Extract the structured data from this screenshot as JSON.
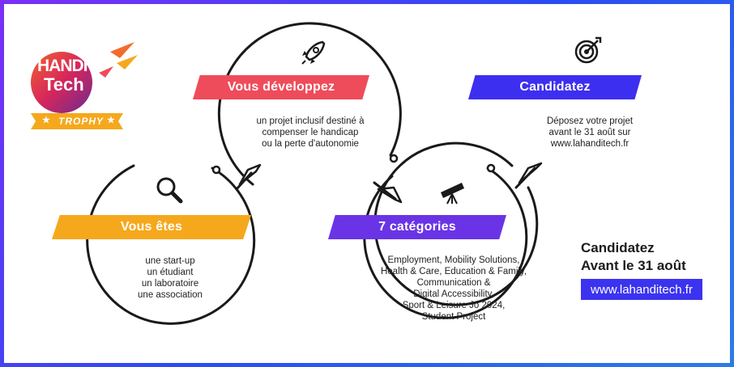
{
  "logo": {
    "line1": "HANDI",
    "line2": "Tech",
    "ribbon": "TROPHY",
    "star": "★"
  },
  "steps": [
    {
      "id": "vous-etes",
      "title": "Vous êtes",
      "color": "#f6a81c",
      "icon": "magnifier-icon",
      "lines": [
        "une start-up",
        "un étudiant",
        "un laboratoire",
        "une association"
      ]
    },
    {
      "id": "vous-developpez",
      "title": "Vous développez",
      "color": "#ef4c5b",
      "icon": "rocket-icon",
      "lines": [
        "un projet inclusif destiné à",
        "compenser le handicap",
        "ou la perte d'autonomie"
      ]
    },
    {
      "id": "categories",
      "title": "7 catégories",
      "color": "#6a34e6",
      "icon": "telescope-icon",
      "lines": [
        "Employment, Mobility Solutions,",
        "Health & Care, Education & Family,",
        "Communication &",
        "Digital Accessibility,",
        "Sport & Leisure Jo 2024,",
        "Student Project"
      ]
    },
    {
      "id": "candidatez",
      "title": "Candidatez",
      "color": "#3d2ff0",
      "icon": "target-icon",
      "lines": [
        "Déposez votre projet",
        "avant le 31 août sur",
        "www.lahanditech.fr"
      ]
    }
  ],
  "cta": {
    "line1": "Candidatez",
    "line2": "Avant le 31 août",
    "url": "www.lahanditech.fr"
  }
}
